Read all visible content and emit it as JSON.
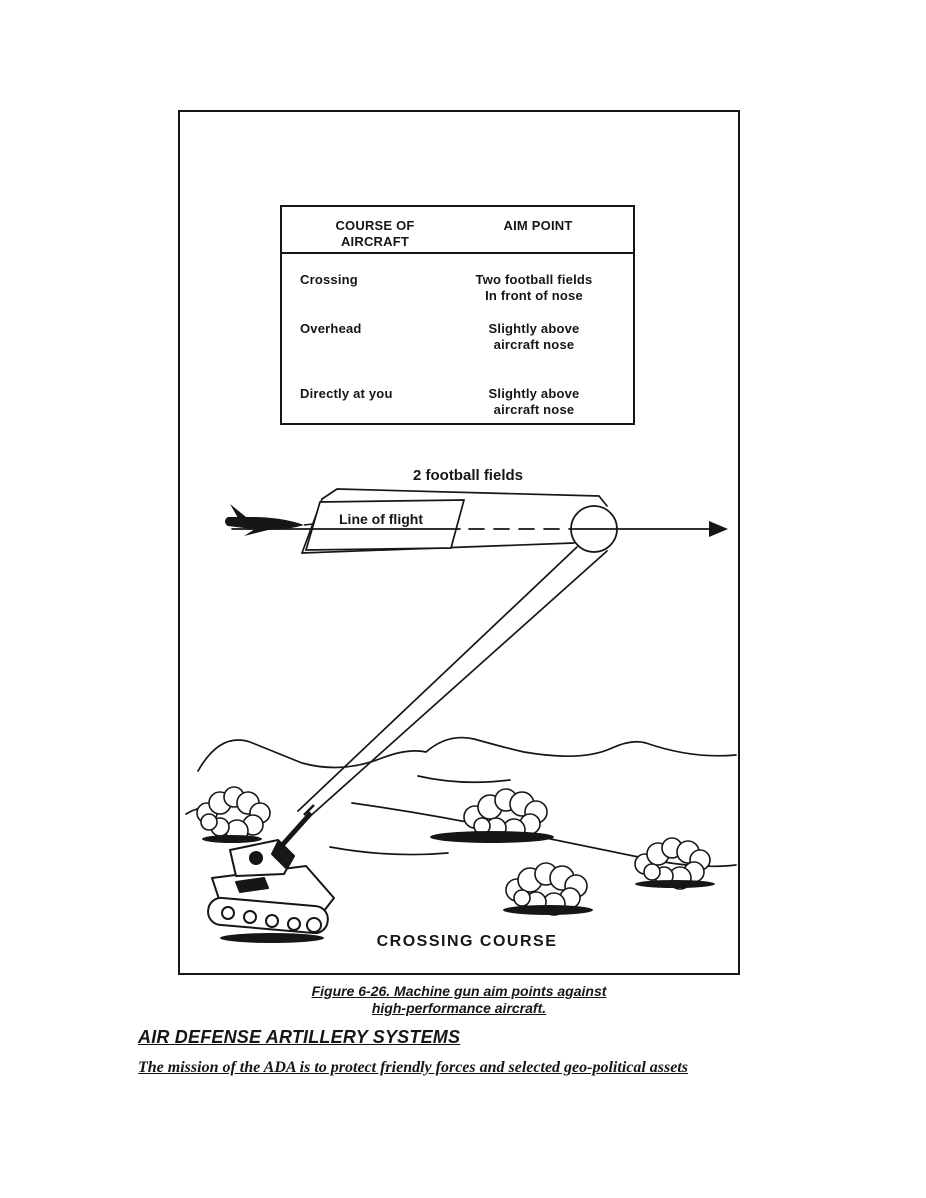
{
  "figure": {
    "table": {
      "header_course": "COURSE OF\nAIRCRAFT",
      "header_aim": "AIM POINT",
      "rows": [
        {
          "course": "Crossing",
          "aim": "Two football fields\nIn front of nose"
        },
        {
          "course": "Overhead",
          "aim": "Slightly above\naircraft nose"
        },
        {
          "course": "Directly at you",
          "aim": "Slightly above\naircraft nose"
        }
      ]
    },
    "diagram": {
      "distance_label": "2 football fields",
      "flight_label": "Line of flight",
      "course_label": "CROSSING COURSE"
    }
  },
  "caption": {
    "line1": "Figure 6-26. Machine gun aim points against",
    "line2": "high-performance aircraft."
  },
  "section": {
    "heading": "AIR DEFENSE ARTILLERY SYSTEMS",
    "body": "The mission of the ADA is to protect friendly forces and selected geo-political assets"
  }
}
